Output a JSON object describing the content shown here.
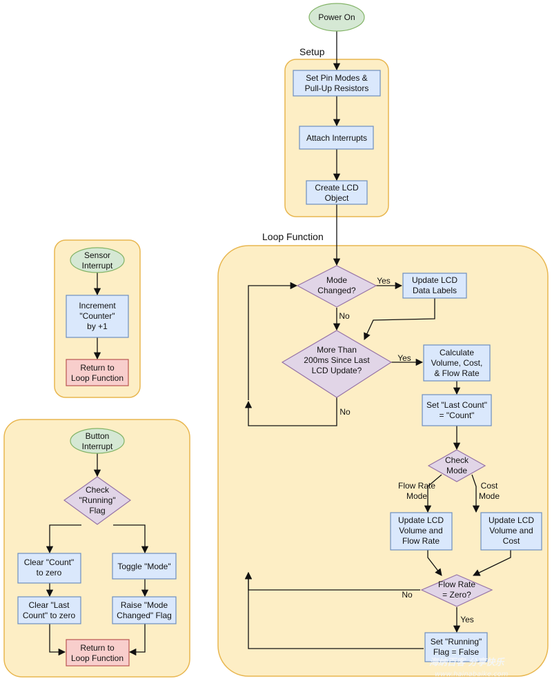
{
  "groups": {
    "setup": "Setup",
    "loop": "Loop Function"
  },
  "nodes": {
    "power_on": "Power On",
    "set_pin_modes": [
      "Set Pin Modes &",
      "Pull-Up Resistors"
    ],
    "attach_interrupts": "Attach Interrupts",
    "create_lcd": [
      "Create LCD",
      "Object"
    ],
    "mode_changed": [
      "Mode",
      "Changed?"
    ],
    "update_labels": [
      "Update LCD",
      "Data Labels"
    ],
    "more_than_200ms": [
      "More Than",
      "200ms Since Last",
      "LCD Update?"
    ],
    "calculate": [
      "Calculate",
      "Volume, Cost,",
      "& Flow Rate"
    ],
    "set_last_count": [
      "Set \"Last Count\"",
      "= \"Count\""
    ],
    "check_mode": [
      "Check",
      "Mode"
    ],
    "update_flow": [
      "Update LCD",
      "Volume and",
      "Flow Rate"
    ],
    "update_cost": [
      "Update LCD",
      "Volume and",
      "Cost"
    ],
    "flow_rate_zero": [
      "Flow Rate",
      "= Zero?"
    ],
    "set_running_false": [
      "Set \"Running\"",
      "Flag = False"
    ],
    "sensor_interrupt": [
      "Sensor",
      "Interrupt"
    ],
    "increment_counter": [
      "Increment",
      "\"Counter\"",
      "by +1"
    ],
    "return_loop_1": [
      "Return to",
      "Loop Function"
    ],
    "button_interrupt": [
      "Button",
      "Interrupt"
    ],
    "check_running": [
      "Check",
      "\"Running\"",
      "Flag"
    ],
    "clear_count": [
      "Clear \"Count\"",
      "to zero"
    ],
    "clear_last_count": [
      "Clear \"Last",
      "Count\" to zero"
    ],
    "toggle_mode": "Toggle \"Mode\"",
    "raise_mode_changed": [
      "Raise \"Mode",
      "Changed\" Flag"
    ],
    "return_loop_2": [
      "Return to",
      "Loop Function"
    ]
  },
  "edge_labels": {
    "mode_yes": "Yes",
    "mode_no": "No",
    "ms_yes": "Yes",
    "ms_no": "No",
    "flow_rate_mode": [
      "Flow Rate",
      "Mode"
    ],
    "cost_mode": [
      "Cost",
      "Mode"
    ],
    "zero_no": "No",
    "zero_yes": "Yes"
  },
  "watermark": {
    "text": "海纳百客 分享快乐",
    "url": "www.hainabaike.com"
  }
}
